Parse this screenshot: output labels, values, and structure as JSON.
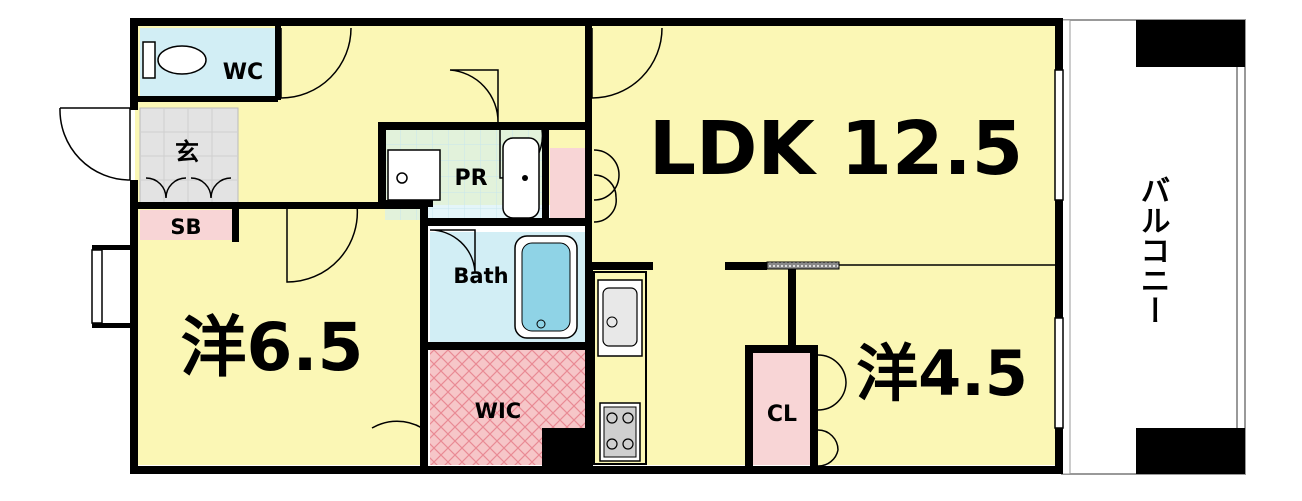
{
  "rooms": {
    "wc": "WC",
    "genkan": "玄",
    "sb": "SB",
    "pr": "PR",
    "bath": "Bath",
    "wic": "WIC",
    "cl": "CL",
    "ldk": "LDK 12.5",
    "western_large": "洋6.5",
    "western_small": "洋4.5",
    "balcony": "バルコニー"
  },
  "colors": {
    "living_yellow": "#fbf7b5",
    "wet_blue": "#d2eef5",
    "storage_pink": "#f8d5d6",
    "wic_pink": "#f6c6c8",
    "wall": "#000000",
    "tub_blue": "#8fd3e6"
  }
}
